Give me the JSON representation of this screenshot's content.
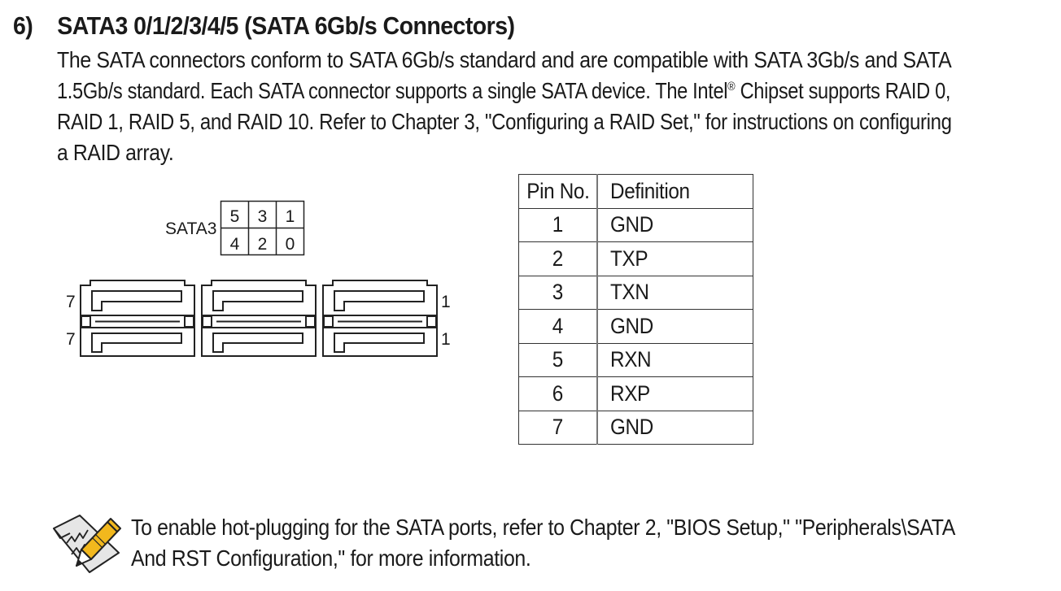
{
  "section": {
    "number": "6)",
    "title": "SATA3 0/1/2/3/4/5 (SATA 6Gb/s Connectors)",
    "paragraph_lines": [
      "The SATA connectors conform to SATA 6Gb/s standard and are compatible with SATA 3Gb/s and SATA",
      "1.5Gb/s standard. Each SATA connector supports a single SATA device. The Intel",
      "RAID 1, RAID 5, and RAID 10. Refer to Chapter 3, \"Configuring a RAID Set,\" for instructions on configuring",
      "a RAID array."
    ],
    "registered_mark": "®",
    "line2_tail": " Chipset supports RAID 0,"
  },
  "diagram": {
    "label": "SATA3",
    "port_grid": {
      "top_row": [
        "5",
        "3",
        "1"
      ],
      "bottom_row": [
        "4",
        "2",
        "0"
      ]
    },
    "left_pin_labels": [
      "7",
      "7"
    ],
    "right_pin_labels": [
      "1",
      "1"
    ],
    "connector_count": 3
  },
  "pin_table": {
    "headers": [
      "Pin No.",
      "Definition"
    ],
    "rows": [
      {
        "pin": "1",
        "definition": "GND"
      },
      {
        "pin": "2",
        "definition": "TXP"
      },
      {
        "pin": "3",
        "definition": "TXN"
      },
      {
        "pin": "4",
        "definition": "GND"
      },
      {
        "pin": "5",
        "definition": "RXN"
      },
      {
        "pin": "6",
        "definition": "RXP"
      },
      {
        "pin": "7",
        "definition": "GND"
      }
    ]
  },
  "note": {
    "icon": "note-pencil-icon",
    "lines": [
      "To enable hot-plugging for the SATA ports, refer to Chapter 2, \"BIOS Setup,\" \"Peripherals\\SATA",
      "And RST Configuration,\" for more information."
    ]
  },
  "colors": {
    "text": "#1a1a1a",
    "line": "#222222",
    "pencil_yellow": "#f2b81d",
    "paper_gray": "#e6e6e6"
  }
}
